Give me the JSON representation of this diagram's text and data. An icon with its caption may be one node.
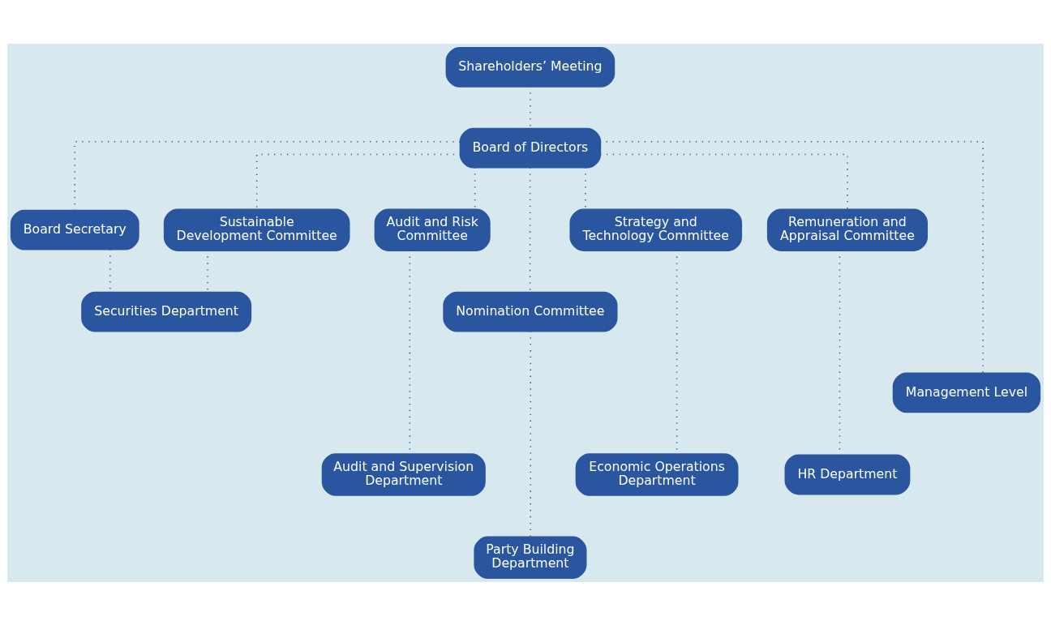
{
  "diagram": {
    "nodes": [
      {
        "text": [
          "Shareholders’ Meeting"
        ]
      },
      {
        "text": [
          "Board of Directors"
        ]
      },
      {
        "text": [
          "Board Secretary"
        ]
      },
      {
        "text": [
          "Audit and Risk Committee"
        ]
      },
      {
        "text": [
          "Nomination Committee"
        ]
      },
      {
        "text": [
          "Strategy and Technology Committee"
        ]
      },
      {
        "text": [
          "Remuneration and Appraisal Committee"
        ]
      },
      {
        "text": [
          "Sustainable Development Committee"
        ]
      },
      {
        "text": [
          "Management Level"
        ]
      },
      {
        "text": [
          "Audit and Supervision Department"
        ]
      },
      {
        "text": [
          "Party Building Department"
        ]
      },
      {
        "text": [
          "Economic Operations Department"
        ]
      },
      {
        "text": [
          "HR Department"
        ]
      },
      {
        "text": [
          "Securities Department"
        ]
      }
    ],
    "edges": [
      {
        "from": 0,
        "to": 1,
        "arrow": "none"
      },
      {
        "from": 1,
        "to": 2,
        "arrow": "none"
      },
      {
        "from": 1,
        "to": 3,
        "arrow": "none"
      },
      {
        "from": 1,
        "to": 4,
        "arrow": "none"
      },
      {
        "from": 1,
        "to": 8,
        "arrow": "none"
      },
      {
        "from": 1,
        "to": 5,
        "arrow": "none"
      },
      {
        "from": 1,
        "to": 6,
        "arrow": "none"
      },
      {
        "from": 1,
        "to": 7,
        "arrow": "none"
      },
      {
        "from": 3,
        "to": 9,
        "arrow": "none"
      },
      {
        "from": 4,
        "to": 10,
        "arrow": "none"
      },
      {
        "from": 5,
        "to": 11,
        "arrow": "none"
      },
      {
        "from": 6,
        "to": 12,
        "arrow": "none"
      },
      {
        "from": 7,
        "to": 13,
        "arrow": "none"
      },
      {
        "from": 2,
        "to": 13,
        "arrow": "none"
      }
    ]
  }
}
